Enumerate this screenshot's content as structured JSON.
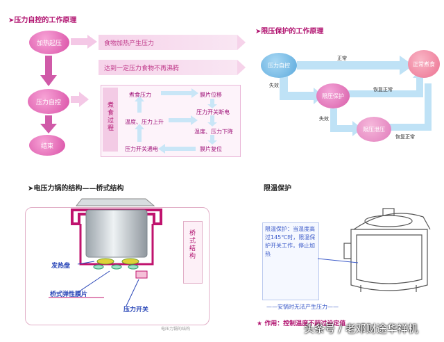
{
  "left_top": {
    "heading": "➤压力自控的工作原理",
    "oval_heat": "加热起压",
    "oval_control": "压力自控",
    "oval_end": "结束",
    "banner_1": "食物加热产生压力",
    "banner_2": "达到一定压力食物不再沸腾",
    "process_label": "煮食过程",
    "cells": [
      "煮食压力",
      "膜片位移",
      "温度、压力上升",
      "压力开关断电",
      "温度、压力下降",
      "压力开关通电",
      "膜片复位"
    ]
  },
  "right_top": {
    "heading": "➤限压保护的工作原理",
    "node_control": "压力自控",
    "node_normal": "正常煮食",
    "node_limit": "限压保护",
    "node_release": "限压泄压",
    "lbl_normal": "正常",
    "lbl_fail_1": "失效",
    "lbl_recover_1": "恢复正常",
    "lbl_fail_2": "失效",
    "lbl_recover_2": "恢复正常"
  },
  "left_bottom": {
    "heading": "➤电压力锅的结构——桥式结构",
    "vertical_label": "桥式结构",
    "part_heater": "发热盘",
    "part_spring": "桥式弹性膜片",
    "part_switch": "压力开关",
    "caption": "电压力锅的结构"
  },
  "right_bottom": {
    "heading": "限温保护",
    "note": "限温保护：当温度高过145℃时，限温保护开关工作，停止加热",
    "safety_line": "——安锅时无法产生压力——",
    "footer": "★ 作用：控制温度不超过设定值",
    "watermark": "头条号 / 老邓财途华祥机"
  }
}
